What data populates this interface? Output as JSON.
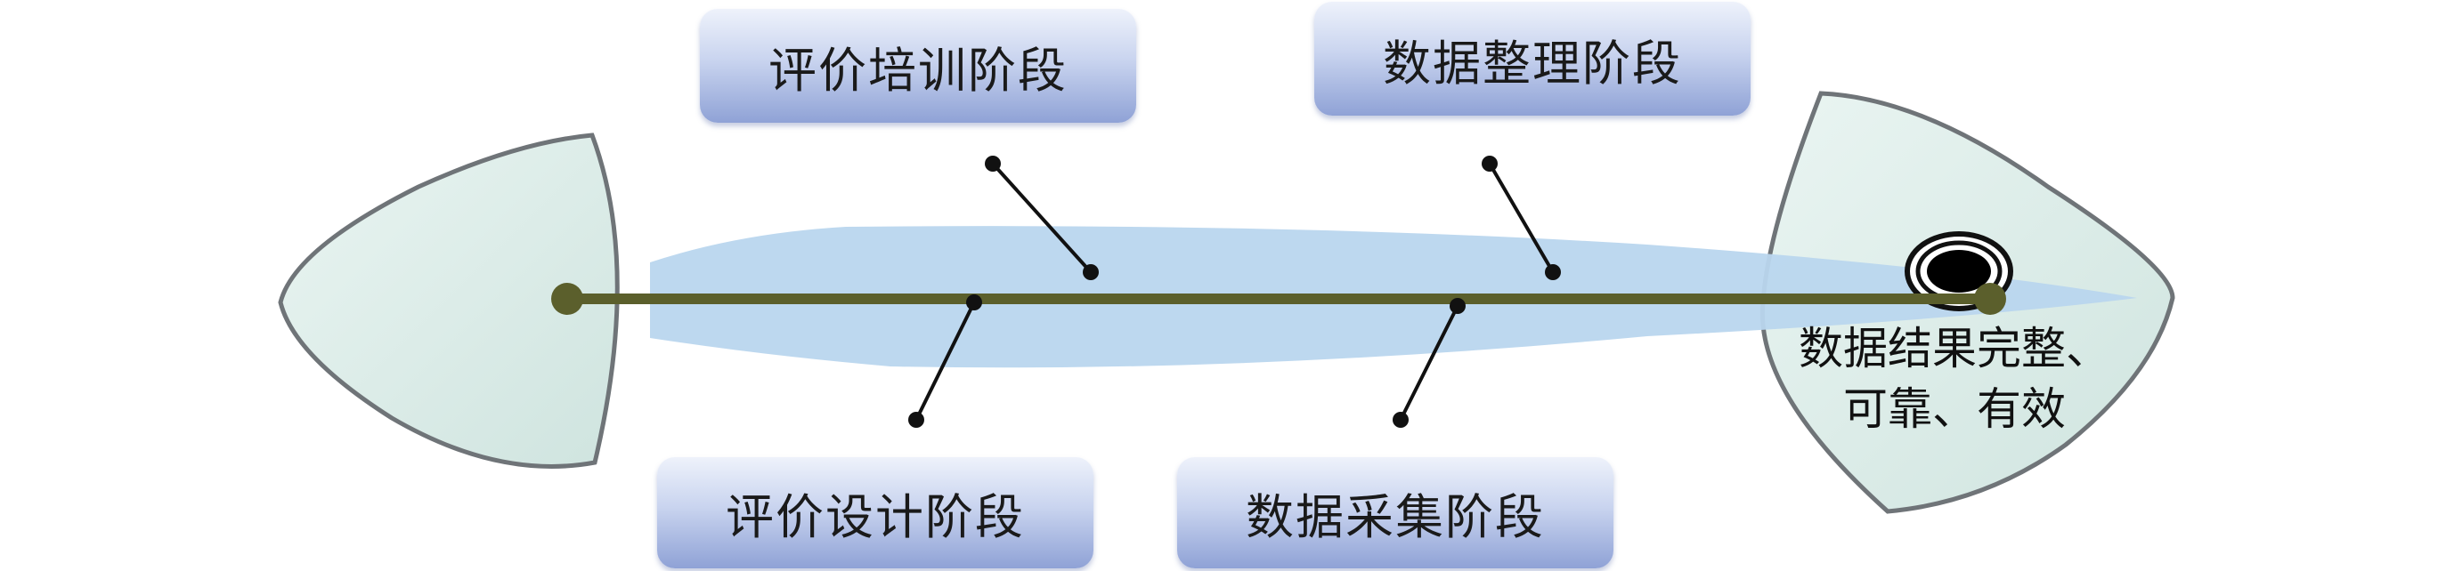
{
  "stages": {
    "top_left": "评价培训阶段",
    "top_right": "数据整理阶段",
    "bottom_left": "评价设计阶段",
    "bottom_right": "数据采集阶段"
  },
  "result": {
    "line1": "数据结果完整、",
    "line2": "可靠、有效"
  },
  "colors": {
    "spine": "#5b5f2c",
    "body": "#b9d6ee",
    "fin_fill": "#e3f0ed",
    "fin_stroke": "#6f7478",
    "box_top": "#eef2fb",
    "box_bottom": "#8fa2d6"
  }
}
